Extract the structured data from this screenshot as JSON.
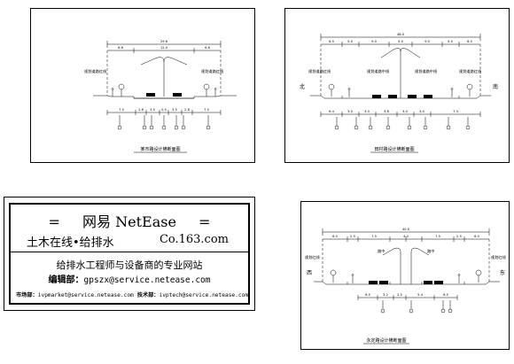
{
  "drawing1": {
    "total_width": "29.6",
    "top_dims": [
      "6.8",
      "12.0",
      "6.8"
    ],
    "bottom_dims": [
      "7.5",
      "2.8",
      "3.5",
      "0.5",
      "3.5",
      "2.8",
      "7.5"
    ],
    "left_label": "规划道路红线",
    "right_label": "规划道路红线",
    "title": "某市路设计横断面图"
  },
  "drawing2": {
    "total_width": "48.0",
    "top_dims": [
      "6.5",
      "5.0",
      "9.0",
      "5.0",
      "9.0",
      "5.0",
      "6.5"
    ],
    "bottom_dims": [
      "6.4",
      "3.0",
      "3.0",
      "3.8",
      "3.0",
      "3.0",
      "7.3"
    ],
    "left_label": "规划道路红线",
    "right_label": "规划道路红线",
    "mid_left_label": "规划道路中线",
    "mid_right_label": "规划道路中线",
    "left_dir": "北",
    "right_dir": "南",
    "title": "田村路设计横断面图"
  },
  "drawing3": {
    "total_width": "40.0",
    "top_dims": [
      "6.0",
      "2.5",
      "7.5",
      "4.0",
      "7.5",
      "2.5",
      "6.0"
    ],
    "bottom_dims": [
      "6.5",
      "3.2",
      "2.5",
      "5.4",
      "6.5"
    ],
    "left_label": "规划红线",
    "right_label": "规划红线",
    "lamp_left": "路中",
    "lamp_right": "路中",
    "left_dir": "西",
    "right_dir": "东",
    "title": "永定路设计横断面图"
  },
  "title_block": {
    "eq_left": "=",
    "brand": "网易 NetEase",
    "eq_right": "=",
    "site": "土木在线•给排水",
    "domain": "Co.163.com",
    "slogan": "给排水工程师与设备商的专业网站",
    "editor_label": "编辑部：",
    "editor_email": "gpszx@service.netease.com",
    "market_label": "市场部：",
    "market_email": "ivpmarket@service.netease.com",
    "tech_label": "技术部：",
    "tech_email": "ivptech@service.netease.com"
  }
}
